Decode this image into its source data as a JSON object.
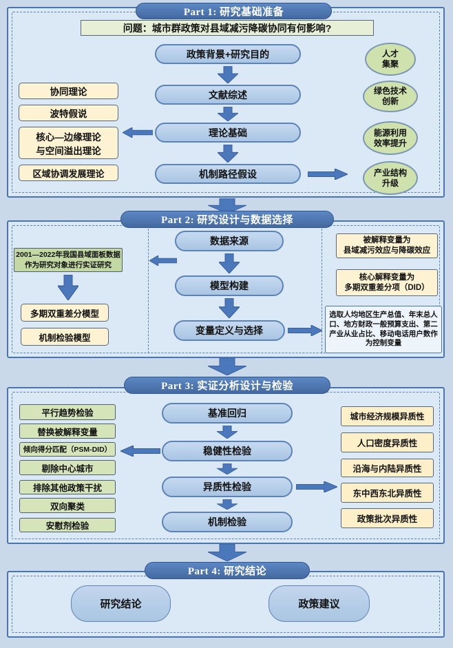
{
  "colors": {
    "page_bg": "#c9d9ea",
    "panel_bg": "#dbe8f5",
    "panel_border": "#4a74ad",
    "header_blue": "#44699f",
    "node_blue": "#aac5e3",
    "yellow": "#fdf3d2",
    "green_box": "#d6e4ba",
    "green_circle": "#cfe1ad",
    "arrow": "#4a78bb"
  },
  "part1": {
    "title": "Part 1: 研究基础准备",
    "question": "问题：城市群政策对县域减污降碳协同有何影响?",
    "flow": [
      "政策背景+研究目的",
      "文献综述",
      "理论基础",
      "机制路径假设"
    ],
    "theories": [
      "协同理论",
      "波特假说",
      "核心—边缘理论\n与空间溢出理论",
      "区域协调发展理论"
    ],
    "mechanism_circles": [
      "人才\n集聚",
      "绿色技术\n创新",
      "能源利用\n效率提升",
      "产业结构\n升级"
    ]
  },
  "part2": {
    "title": "Part 2: 研究设计与数据选择",
    "flow": [
      "数据来源",
      "模型构建",
      "变量定义与选择"
    ],
    "data_note": "2001—2022年我国县域面板数据\n作为研究对象进行实证研究",
    "models": [
      "多期双重差分模型",
      "机制检验模型"
    ],
    "variables": [
      "被解释变量为\n县域减污效应与降碳效应",
      "核心解释变量为\n多期双重差分项（DID）"
    ],
    "control_note": "选取人均地区生产总值、年末总人口、地方财政一般预算支出、第二产业从业占比、移动电话用户数作为控制变量"
  },
  "part3": {
    "title": "Part 3: 实证分析设计与检验",
    "flow": [
      "基准回归",
      "稳健性检验",
      "异质性检验",
      "机制检验"
    ],
    "robustness": [
      "平行趋势检验",
      "替换被解释变量",
      "倾向得分匹配（PSM-DID）",
      "剔除中心城市",
      "排除其他政策干扰",
      "双向聚类",
      "安慰剂检验"
    ],
    "heterogeneity": [
      "城市经济规模异质性",
      "人口密度异质性",
      "沿海与内陆异质性",
      "东中西东北异质性",
      "政策批次异质性"
    ]
  },
  "part4": {
    "title": "Part 4: 研究结论",
    "conclusions": [
      "研究结论",
      "政策建议"
    ]
  }
}
